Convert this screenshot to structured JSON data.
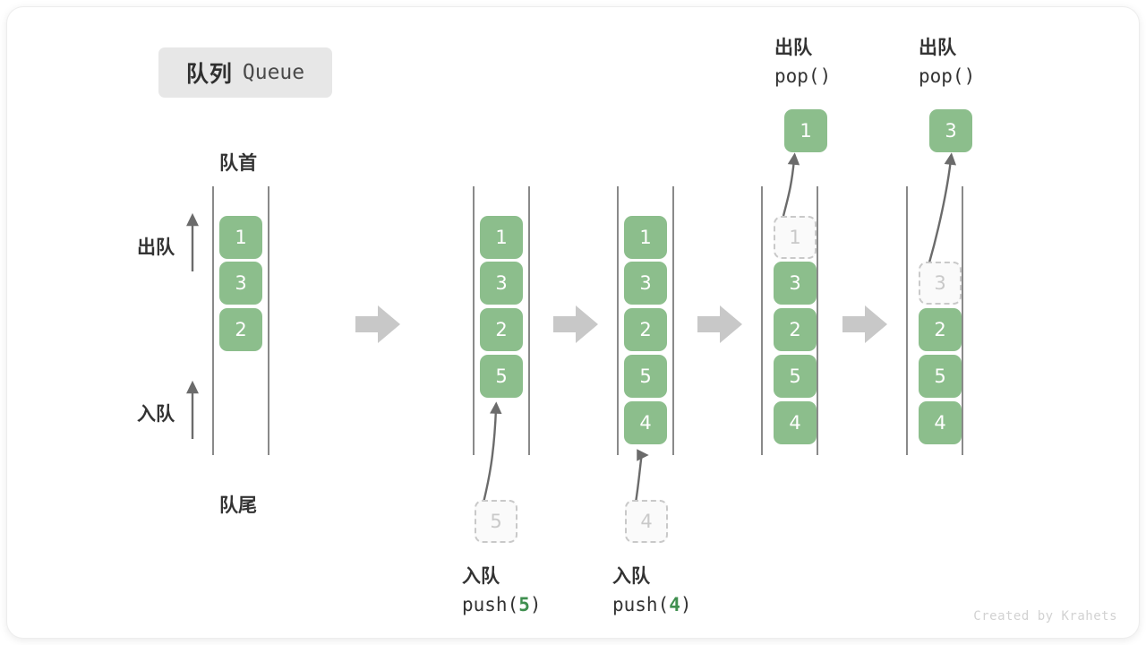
{
  "title": {
    "cn": "队列",
    "en": "Queue"
  },
  "labels": {
    "front": "队首",
    "rear": "队尾",
    "dequeue": "出队",
    "enqueue": "入队"
  },
  "credit": "Created by Krahets",
  "colors": {
    "element": "#8cbe8c",
    "element_text": "#ffffff",
    "ghost_border": "#c9c9c9",
    "ghost_text": "#c9c9c9",
    "rail": "#4a4a4a",
    "arrow": "#6b6b6b",
    "connector": "#c8c8c8",
    "badge_bg": "#e7e7e7",
    "accent_code": "#3f8f4f"
  },
  "diagram": {
    "type": "queue-operations",
    "steps": [
      {
        "id": "initial",
        "cells": [
          "1",
          "3",
          "2"
        ],
        "ghost_inside": null,
        "ghost_below": null,
        "ghost_above": null,
        "op_cn": null,
        "op_code": null,
        "op_arg": null
      },
      {
        "id": "push-5",
        "cells": [
          "1",
          "3",
          "2",
          "5"
        ],
        "ghost_below": "5",
        "op_cn": "入队",
        "op_code_prefix": "push(",
        "op_arg": "5",
        "op_code_suffix": ")"
      },
      {
        "id": "push-4",
        "cells": [
          "1",
          "3",
          "2",
          "5",
          "4"
        ],
        "ghost_below": "4",
        "op_cn": "入队",
        "op_code_prefix": "push(",
        "op_arg": "4",
        "op_code_suffix": ")"
      },
      {
        "id": "pop-1",
        "cells": [
          "3",
          "2",
          "5",
          "4"
        ],
        "ghost_inside": "1",
        "popped": "1",
        "op_cn": "出队",
        "op_code_prefix": "pop(",
        "op_arg": "",
        "op_code_suffix": ")"
      },
      {
        "id": "pop-3",
        "cells": [
          "2",
          "5",
          "4"
        ],
        "ghost_inside": "3",
        "popped": "3",
        "op_cn": "出队",
        "op_code_prefix": "pop(",
        "op_arg": "",
        "op_code_suffix": ")"
      }
    ],
    "connectors": 4
  },
  "text": {
    "pop_cn": "出队",
    "pop_code": "pop()",
    "push_cn": "入队",
    "push5_code_pre": "push(",
    "push5_arg": "5",
    "push_code_post": ")",
    "push4_code_pre": "push(",
    "push4_arg": "4"
  }
}
